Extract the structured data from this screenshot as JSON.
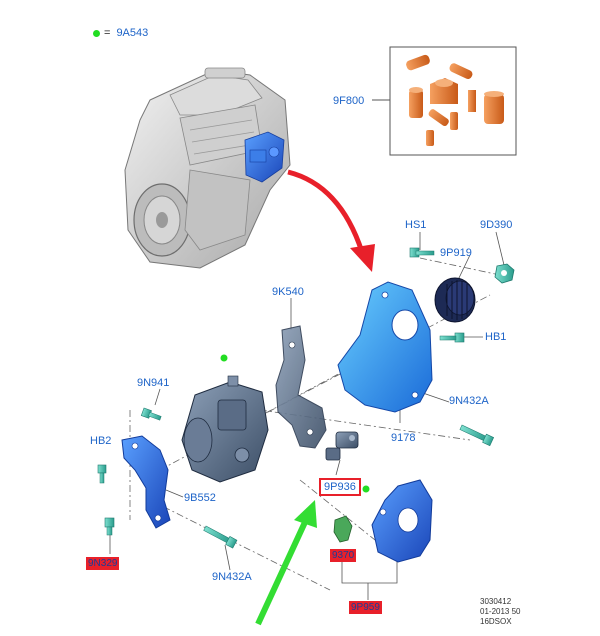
{
  "legend": {
    "marker_color": "#22dd22",
    "separator": "=",
    "code": "9A543"
  },
  "labels": {
    "kit": "9F800",
    "hs1": "HS1",
    "p9d390": "9D390",
    "p9p919": "9P919",
    "hb1": "HB1",
    "p9k540": "9K540",
    "p9n941": "9N941",
    "hb2": "HB2",
    "p9b552": "9B552",
    "p9n432a_right": "9N432A",
    "p9178": "9178",
    "p9n432a_bottom": "9N432A",
    "p9p936": "9P936",
    "p9n329": "9N329",
    "p9370": "9370",
    "p9p959": "9P959"
  },
  "doc_info": {
    "line1": "3030412",
    "line2": "01-2013 50",
    "line3": "16DSOX"
  },
  "colors": {
    "callout_blue": "#1e64c8",
    "highlight_red": "#e8202a",
    "arrow_red": "#e8202a",
    "arrow_green": "#33dd33",
    "part_blue": "#2b6de0",
    "part_orange": "#e07a30",
    "engine_gray": "#c8c8c8"
  }
}
